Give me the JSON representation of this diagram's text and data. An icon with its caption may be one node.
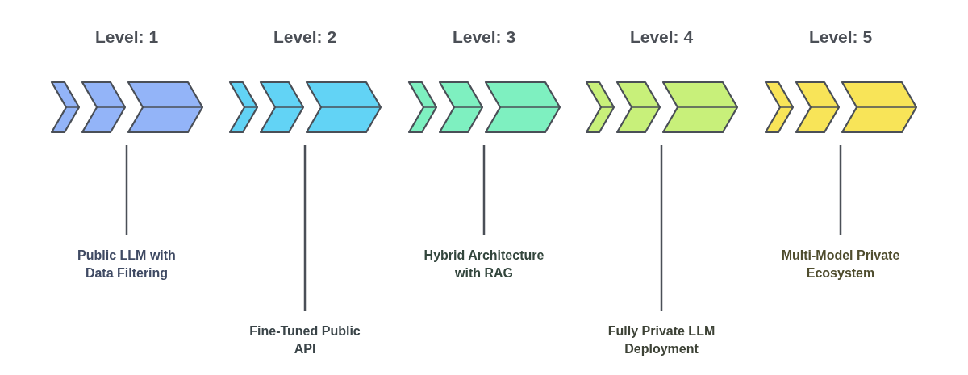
{
  "diagram": {
    "nodes": [
      {
        "text": [],
        "shape": "chevron"
      },
      {
        "text": [],
        "shape": "chevron"
      },
      {
        "text": [],
        "shape": "chevron"
      },
      {
        "text": [
          "Public LLM with Data Filtering"
        ]
      },
      {
        "text": [],
        "shape": "chevron"
      },
      {
        "text": [],
        "shape": "chevron"
      },
      {
        "text": [],
        "shape": "chevron"
      },
      {
        "text": [
          "Fine-Tuned Public API"
        ]
      },
      {
        "text": [],
        "shape": "chevron"
      },
      {
        "text": [],
        "shape": "chevron"
      },
      {
        "text": [],
        "shape": "chevron"
      },
      {
        "text": [
          "Hybrid Architecture with RAG"
        ]
      },
      {
        "text": [],
        "shape": "chevron"
      },
      {
        "text": [],
        "shape": "chevron"
      },
      {
        "text": [],
        "shape": "chevron"
      },
      {
        "text": [
          "Fully Private LLM Deployment"
        ]
      },
      {
        "text": [],
        "shape": "chevron"
      },
      {
        "text": [],
        "shape": "chevron"
      },
      {
        "text": [],
        "shape": "chevron"
      },
      {
        "text": [
          "Multi-Model Private Ecosystem"
        ]
      }
    ],
    "edges": [
      {
        "from": 2,
        "to": 3,
        "arrow": "none"
      },
      {
        "from": 6,
        "to": 7,
        "arrow": "none"
      },
      {
        "from": 10,
        "to": 11,
        "arrow": "none"
      },
      {
        "from": 14,
        "to": 15,
        "arrow": "none"
      },
      {
        "from": 18,
        "to": 19,
        "arrow": "none"
      }
    ],
    "labels": [
      "Level: 1",
      "Level: 2",
      "Level: 3",
      "Level: 4",
      "Level: 5"
    ]
  }
}
